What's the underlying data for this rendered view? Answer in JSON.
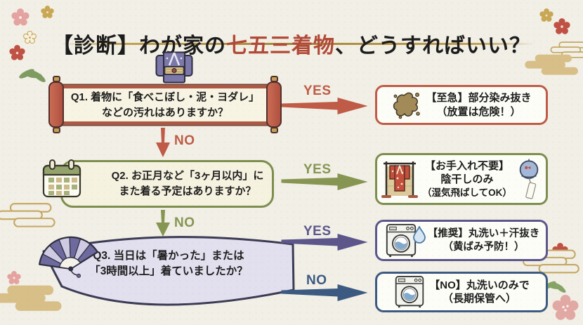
{
  "title": {
    "prefix": "【診断】わが家の",
    "highlight": "七五三着物",
    "suffix": "、どうすればいい？"
  },
  "questions": {
    "q1": {
      "line1": "Q1. 着物に「食べこぼし・泥・ヨダレ」",
      "line2": "などの汚れはありますか？",
      "icon": "kimono-icon"
    },
    "q2": {
      "line1": "Q2. お正月など「3ヶ月以内」に",
      "line2": "また着る予定はありますか？",
      "icon": "calendar-icon"
    },
    "q3": {
      "line1": "Q3. 当日は「暑かった」または",
      "line2": "「3時間以上」着ていましたか？",
      "icon": "folding-fan-icon"
    }
  },
  "arrows": {
    "q1_yes": "YES",
    "q1_no": "NO",
    "q2_yes": "YES",
    "q2_no": "NO",
    "q3_yes": "YES",
    "q3_no": "NO"
  },
  "results": {
    "urgent": {
      "line1": "【至急】部分染み抜き",
      "line2": "（放置は危険！）",
      "icon": "stain-icon"
    },
    "no_care": {
      "line1": "【お手入れ不要】",
      "line2": "陰干しのみ",
      "line3": "（湿気飛ばしてOK）",
      "icons": "kimono-hanging-icon, wind-chime-icon"
    },
    "recommended": {
      "line1": "【推奨】丸洗い＋汗抜き",
      "line2": "（黄ばみ予防！）",
      "icon": "washing-machine-droplet-icon"
    },
    "wash_only": {
      "line1": "【NO】丸洗いのみで",
      "line2": "（長期保管へ）",
      "icon": "washing-machine-icon"
    }
  },
  "colors": {
    "background": "#f1efe6",
    "title_text": "#1c1c1c",
    "title_accent": "#b14a38",
    "gold": "#c3a253",
    "q1_red": "#bf5b46",
    "q2_green": "#879552",
    "q3_purple": "#5c568b",
    "no_blue": "#3c5a81",
    "result_box_bg": "#fdfdf8"
  }
}
